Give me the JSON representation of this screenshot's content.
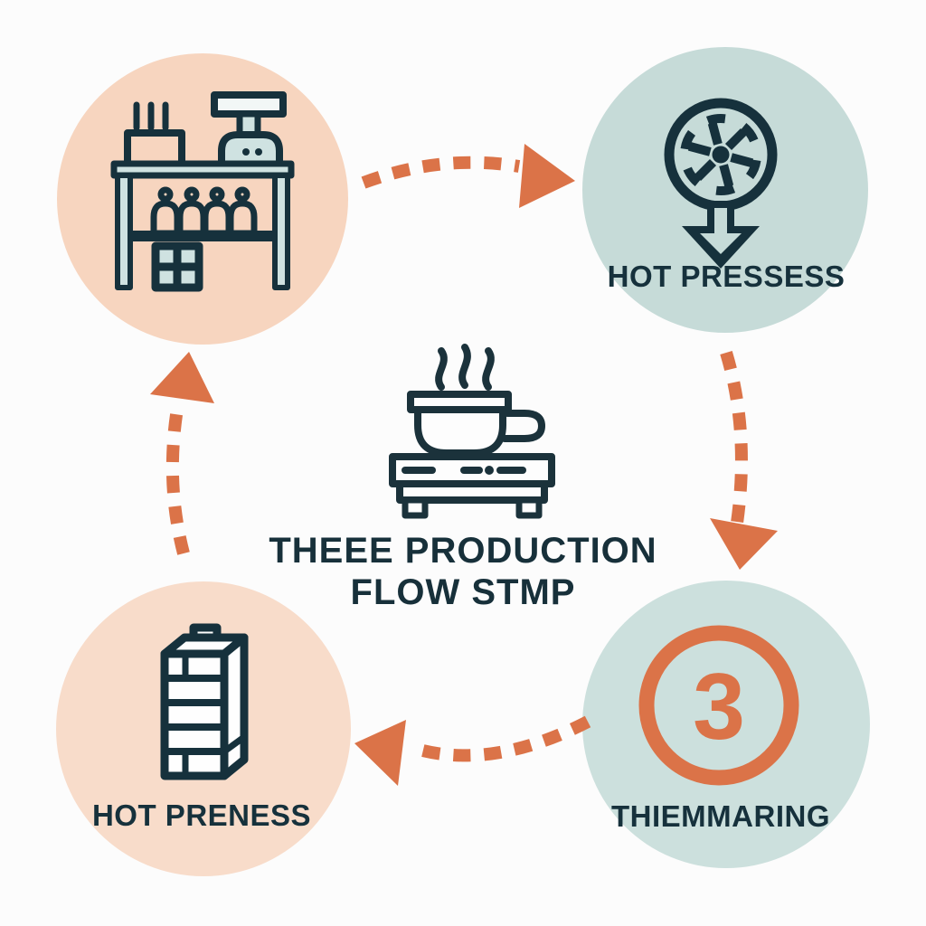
{
  "title": {
    "line1": "THEEE PRODUCTION",
    "line2": "FLOW STMP"
  },
  "center": {
    "icon": "coffee-cup-on-machine-icon"
  },
  "nodes": [
    {
      "id": "supply-table",
      "position": "top-left",
      "label": "",
      "icon": "workbench-supply-table-icon",
      "circle_color": "#F7D5BF"
    },
    {
      "id": "hot-pressess",
      "position": "top-right",
      "label": "HOT PRESSESS",
      "icon": "fan-down-arrow-icon",
      "circle_color": "#C6DBD8"
    },
    {
      "id": "thiemmaring",
      "position": "bottom-right",
      "label": "THIEMMARING",
      "icon": "circled-number-icon",
      "number": "3",
      "circle_color": "#CCE0DD"
    },
    {
      "id": "hot-preness",
      "position": "bottom-left",
      "label": "HOT PRENESS",
      "icon": "press-tower-icon",
      "circle_color": "#F8DCCA"
    }
  ],
  "arrows": [
    {
      "id": "arrow-top",
      "from": "supply-table",
      "to": "hot-pressess",
      "direction": "right",
      "style": "dashed"
    },
    {
      "id": "arrow-right",
      "from": "hot-pressess",
      "to": "thiemmaring",
      "direction": "down",
      "style": "dashed"
    },
    {
      "id": "arrow-bottom",
      "from": "thiemmaring",
      "to": "hot-preness",
      "direction": "left",
      "style": "dashed"
    },
    {
      "id": "arrow-left",
      "from": "hot-preness",
      "to": "supply-table",
      "direction": "up",
      "style": "dashed"
    }
  ],
  "colors": {
    "background": "#FCFCFC",
    "accent_orange": "#DB7348",
    "dark_navy": "#16313C",
    "icon_fill_blue": "#CFE2E1",
    "peach_circle": "#F7D5BF",
    "blue_circle": "#C6DBD8"
  }
}
